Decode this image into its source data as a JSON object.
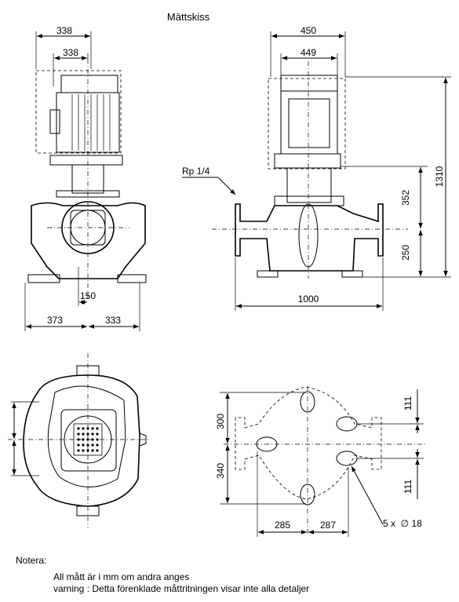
{
  "title": "Mättskiss",
  "front_view": {
    "dims": {
      "motor_width_outer": "338",
      "motor_width_inner": "338",
      "port_to_center": "150",
      "left_half": "373",
      "right_half": "333"
    }
  },
  "side_view": {
    "dims": {
      "motor_width_outer": "450",
      "motor_width_inner": "449",
      "overall_height": "1310",
      "upper_height": "352",
      "lower_height": "250",
      "overall_length": "1000"
    },
    "connection_label": "Rp 1/4"
  },
  "foot_view": {
    "dims": {
      "top_half": "300",
      "bottom_half": "340",
      "left_span": "285",
      "right_span": "287",
      "upper_offset": "111",
      "lower_offset": "111",
      "holes": "5 x  ∅ 18"
    }
  },
  "notes": {
    "heading": "Notera:",
    "line1": "All mått är i mm om andra anges",
    "line2": "varning : Detta förenklade måttritningen visar inte alla detaljer"
  }
}
